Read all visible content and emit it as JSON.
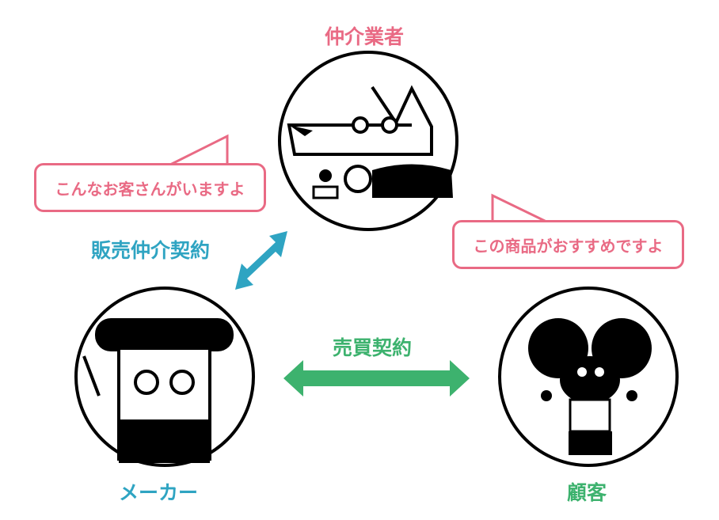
{
  "colors": {
    "broker": "#e96a84",
    "maker": "#2fa4c2",
    "customer": "#3db26e"
  },
  "nodes": {
    "broker": "仲介業者",
    "maker": "メーカー",
    "customer": "顧客"
  },
  "relations": {
    "brokerage_contract": "販売仲介契約",
    "sales_contract": "売買契約"
  },
  "bubbles": {
    "broker_to_maker": "こんなお客さんがいますよ",
    "broker_to_customer": "この商品がおすすめですよ"
  }
}
